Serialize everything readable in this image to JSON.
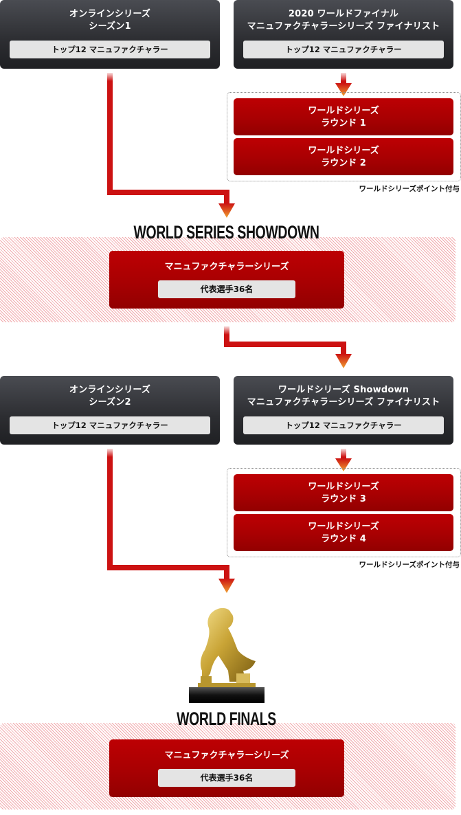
{
  "stage1": {
    "left_box": {
      "title_line1": "オンラインシリーズ",
      "title_line2": "シーズン1",
      "pill": "トップ12 マニュファクチャラー"
    },
    "right_box": {
      "title_line1": "2020 ワールドファイナル",
      "title_line2": "マニュファクチャラーシリーズ ファイナリスト",
      "pill": "トップ12 マニュファクチャラー"
    },
    "rounds": [
      {
        "line1": "ワールドシリーズ",
        "line2": "ラウンド 1"
      },
      {
        "line1": "ワールドシリーズ",
        "line2": "ラウンド 2"
      }
    ],
    "note": "ワールドシリーズポイント付与"
  },
  "showdown": {
    "heading": "WORLD SERIES SHOWDOWN",
    "title": "マニュファクチャラーシリーズ",
    "pill": "代表選手36名"
  },
  "stage2": {
    "left_box": {
      "title_line1": "オンラインシリーズ",
      "title_line2": "シーズン2",
      "pill": "トップ12 マニュファクチャラー"
    },
    "right_box": {
      "title_line1": "ワールドシリーズ Showdown",
      "title_line2": "マニュファクチャラーシリーズ ファイナリスト",
      "pill": "トップ12 マニュファクチャラー"
    },
    "rounds": [
      {
        "line1": "ワールドシリーズ",
        "line2": "ラウンド 3"
      },
      {
        "line1": "ワールドシリーズ",
        "line2": "ラウンド 4"
      }
    ],
    "note": "ワールドシリーズポイント付与"
  },
  "finals": {
    "trophy_icon": "trophy-icon",
    "heading": "WORLD FINALS",
    "title": "マニュファクチャラーシリーズ",
    "pill": "代表選手36名"
  },
  "colors": {
    "accent_red": "#cc1212",
    "box_red": "#b00002",
    "box_dark": "#2c2d31",
    "stripe": "#f1a9ac"
  }
}
